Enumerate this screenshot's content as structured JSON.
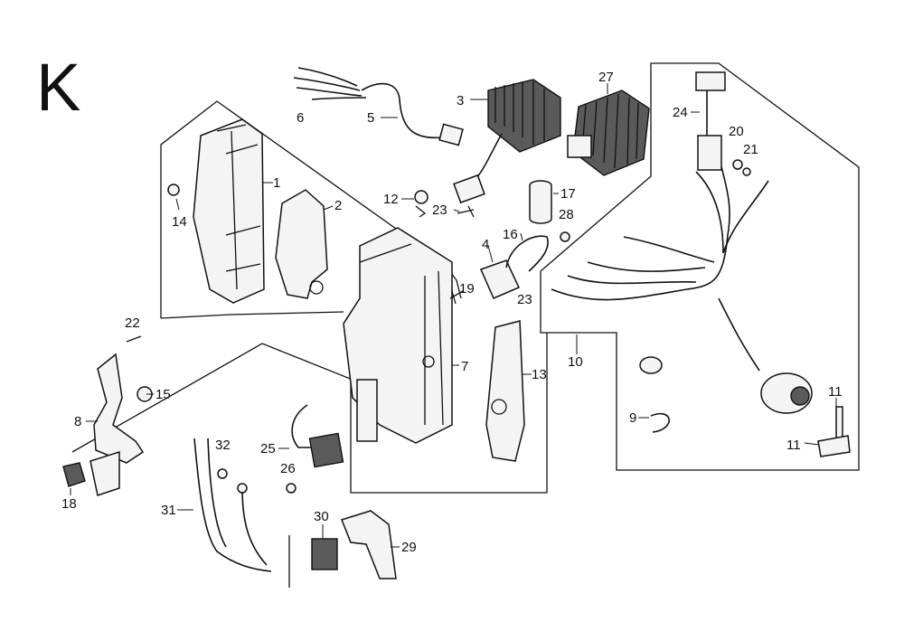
{
  "page": {
    "section_letter": "K"
  },
  "callouts": {
    "c1": "1",
    "c2": "2",
    "c3": "3",
    "c4": "4",
    "c5": "5",
    "c6": "6",
    "c7": "7",
    "c8": "8",
    "c9": "9",
    "c10": "10",
    "c11a": "11",
    "c11b": "11",
    "c12": "12",
    "c13": "13",
    "c14": "14",
    "c15": "15",
    "c16": "16",
    "c17": "17",
    "c18": "18",
    "c19": "19",
    "c20": "20",
    "c21": "21",
    "c22": "22",
    "c23a": "23",
    "c23b": "23",
    "c24": "24",
    "c25": "25",
    "c26": "26",
    "c27": "27",
    "c28": "28",
    "c29": "29",
    "c30": "30",
    "c31": "31",
    "c32": "32"
  }
}
